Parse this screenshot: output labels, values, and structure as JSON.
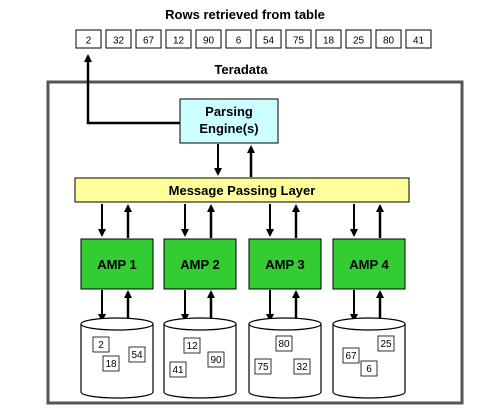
{
  "header": {
    "title": "Rows retrieved from table",
    "rows": [
      "2",
      "32",
      "67",
      "12",
      "90",
      "6",
      "54",
      "75",
      "18",
      "25",
      "80",
      "41"
    ]
  },
  "system": {
    "title": "Teradata"
  },
  "parsing_engine": {
    "label_line1": "Parsing",
    "label_line2": "Engine(s)"
  },
  "message_layer": {
    "label": "Message Passing Layer"
  },
  "amps": [
    {
      "label": "AMP 1",
      "disk_rows": [
        "2",
        "18",
        "54"
      ]
    },
    {
      "label": "AMP 2",
      "disk_rows": [
        "12",
        "41",
        "90"
      ]
    },
    {
      "label": "AMP 3",
      "disk_rows": [
        "80",
        "75",
        "32"
      ]
    },
    {
      "label": "AMP 4",
      "disk_rows": [
        "67",
        "6",
        "25"
      ]
    }
  ],
  "colors": {
    "parsing_engine": "#ccffff",
    "message_layer": "#ffff99",
    "amp": "#33cc33",
    "teradata_border": "#555555",
    "disk_fill": "#ffffff"
  }
}
